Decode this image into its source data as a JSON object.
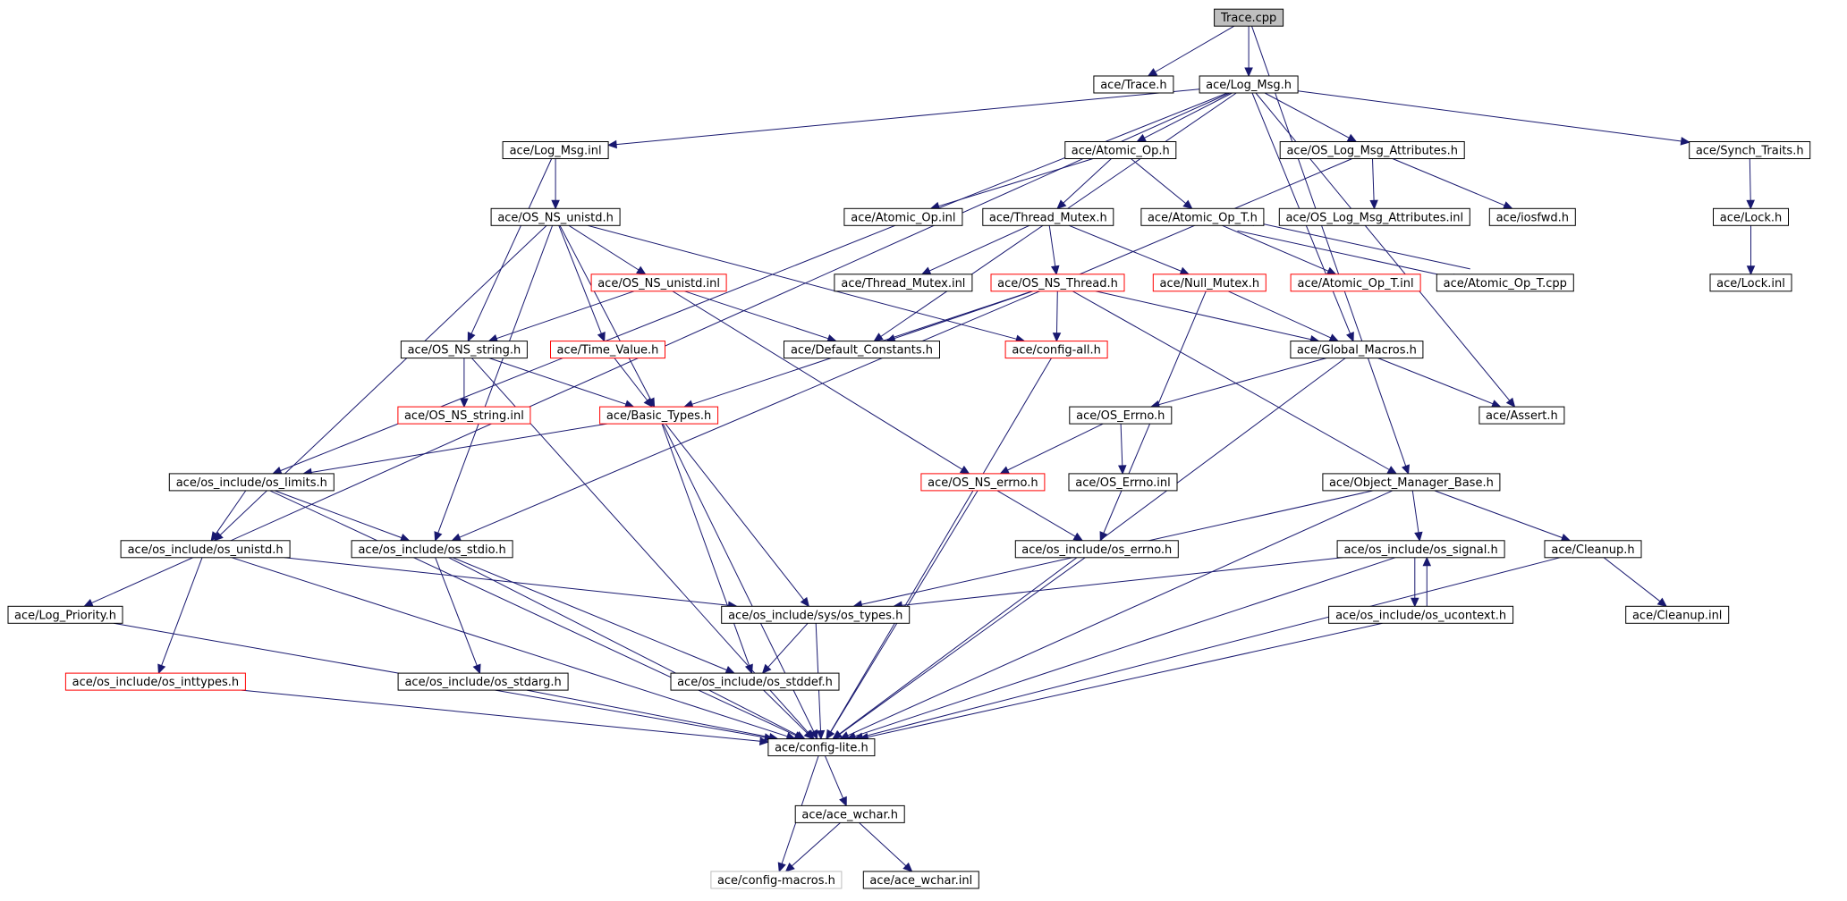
{
  "colors": {
    "edge": "#191970",
    "node_border": "#000000",
    "node_border_missing": "#ff0000",
    "node_border_external": "#bfbfbf",
    "root_fill": "#bfbfbf",
    "node_fill": "#ffffff",
    "text": "#000000"
  },
  "nodes": [
    {
      "id": "trace_cpp",
      "label": "Trace.cpp",
      "kind": "root"
    },
    {
      "id": "trace_h",
      "label": "ace/Trace.h",
      "kind": "normal"
    },
    {
      "id": "log_msg_h",
      "label": "ace/Log_Msg.h",
      "kind": "normal"
    },
    {
      "id": "log_msg_inl",
      "label": "ace/Log_Msg.inl",
      "kind": "normal"
    },
    {
      "id": "atomic_op_h",
      "label": "ace/Atomic_Op.h",
      "kind": "normal"
    },
    {
      "id": "os_log_msg_attr_h",
      "label": "ace/OS_Log_Msg_Attributes.h",
      "kind": "normal"
    },
    {
      "id": "synch_traits_h",
      "label": "ace/Synch_Traits.h",
      "kind": "normal"
    },
    {
      "id": "os_ns_unistd_h",
      "label": "ace/OS_NS_unistd.h",
      "kind": "normal"
    },
    {
      "id": "atomic_op_inl",
      "label": "ace/Atomic_Op.inl",
      "kind": "normal"
    },
    {
      "id": "thread_mutex_h",
      "label": "ace/Thread_Mutex.h",
      "kind": "normal"
    },
    {
      "id": "atomic_op_t_h",
      "label": "ace/Atomic_Op_T.h",
      "kind": "normal"
    },
    {
      "id": "os_log_msg_attr_inl",
      "label": "ace/OS_Log_Msg_Attributes.inl",
      "kind": "normal"
    },
    {
      "id": "iosfwd_h",
      "label": "ace/iosfwd.h",
      "kind": "normal"
    },
    {
      "id": "lock_h",
      "label": "ace/Lock.h",
      "kind": "normal"
    },
    {
      "id": "os_ns_unistd_inl",
      "label": "ace/OS_NS_unistd.inl",
      "kind": "missing"
    },
    {
      "id": "thread_mutex_inl",
      "label": "ace/Thread_Mutex.inl",
      "kind": "normal"
    },
    {
      "id": "os_ns_thread_h",
      "label": "ace/OS_NS_Thread.h",
      "kind": "missing"
    },
    {
      "id": "null_mutex_h",
      "label": "ace/Null_Mutex.h",
      "kind": "missing"
    },
    {
      "id": "atomic_op_t_inl",
      "label": "ace/Atomic_Op_T.inl",
      "kind": "missing"
    },
    {
      "id": "atomic_op_t_cpp",
      "label": "ace/Atomic_Op_T.cpp",
      "kind": "normal"
    },
    {
      "id": "lock_inl",
      "label": "ace/Lock.inl",
      "kind": "normal"
    },
    {
      "id": "os_ns_string_h",
      "label": "ace/OS_NS_string.h",
      "kind": "normal"
    },
    {
      "id": "time_value_h",
      "label": "ace/Time_Value.h",
      "kind": "missing"
    },
    {
      "id": "default_constants_h",
      "label": "ace/Default_Constants.h",
      "kind": "normal"
    },
    {
      "id": "config_all_h",
      "label": "ace/config-all.h",
      "kind": "missing"
    },
    {
      "id": "global_macros_h",
      "label": "ace/Global_Macros.h",
      "kind": "normal"
    },
    {
      "id": "os_ns_string_inl",
      "label": "ace/OS_NS_string.inl",
      "kind": "missing"
    },
    {
      "id": "basic_types_h",
      "label": "ace/Basic_Types.h",
      "kind": "missing"
    },
    {
      "id": "os_errno_h",
      "label": "ace/OS_Errno.h",
      "kind": "normal"
    },
    {
      "id": "assert_h",
      "label": "ace/Assert.h",
      "kind": "normal"
    },
    {
      "id": "os_limits_h",
      "label": "ace/os_include/os_limits.h",
      "kind": "normal"
    },
    {
      "id": "os_ns_errno_h",
      "label": "ace/OS_NS_errno.h",
      "kind": "missing"
    },
    {
      "id": "os_errno_inl",
      "label": "ace/OS_Errno.inl",
      "kind": "normal"
    },
    {
      "id": "object_manager_base_h",
      "label": "ace/Object_Manager_Base.h",
      "kind": "normal"
    },
    {
      "id": "os_unistd_h",
      "label": "ace/os_include/os_unistd.h",
      "kind": "normal"
    },
    {
      "id": "os_stdio_h",
      "label": "ace/os_include/os_stdio.h",
      "kind": "normal"
    },
    {
      "id": "os_errno_inc_h",
      "label": "ace/os_include/os_errno.h",
      "kind": "normal"
    },
    {
      "id": "os_signal_h",
      "label": "ace/os_include/os_signal.h",
      "kind": "normal"
    },
    {
      "id": "cleanup_h",
      "label": "ace/Cleanup.h",
      "kind": "normal"
    },
    {
      "id": "log_priority_h",
      "label": "ace/Log_Priority.h",
      "kind": "normal"
    },
    {
      "id": "sys_os_types_h",
      "label": "ace/os_include/sys/os_types.h",
      "kind": "normal"
    },
    {
      "id": "os_ucontext_h",
      "label": "ace/os_include/os_ucontext.h",
      "kind": "normal"
    },
    {
      "id": "cleanup_inl",
      "label": "ace/Cleanup.inl",
      "kind": "normal"
    },
    {
      "id": "os_inttypes_h",
      "label": "ace/os_include/os_inttypes.h",
      "kind": "missing"
    },
    {
      "id": "os_stdarg_h",
      "label": "ace/os_include/os_stdarg.h",
      "kind": "normal"
    },
    {
      "id": "os_stddef_h",
      "label": "ace/os_include/os_stddef.h",
      "kind": "normal"
    },
    {
      "id": "config_lite_h",
      "label": "ace/config-lite.h",
      "kind": "normal"
    },
    {
      "id": "ace_wchar_h",
      "label": "ace/ace_wchar.h",
      "kind": "normal"
    },
    {
      "id": "config_macros_h",
      "label": "ace/config-macros.h",
      "kind": "external"
    },
    {
      "id": "ace_wchar_inl",
      "label": "ace/ace_wchar.inl",
      "kind": "normal"
    }
  ],
  "edges": [
    [
      "trace_cpp",
      "trace_h"
    ],
    [
      "trace_cpp",
      "log_msg_h"
    ],
    [
      "trace_cpp",
      "object_manager_base_h"
    ],
    [
      "log_msg_h",
      "log_msg_inl"
    ],
    [
      "log_msg_h",
      "atomic_op_h"
    ],
    [
      "log_msg_h",
      "os_log_msg_attr_h"
    ],
    [
      "log_msg_h",
      "synch_traits_h"
    ],
    [
      "log_msg_h",
      "default_constants_h"
    ],
    [
      "log_msg_h",
      "global_macros_h"
    ],
    [
      "log_msg_h",
      "assert_h"
    ],
    [
      "log_msg_h",
      "os_limits_h"
    ],
    [
      "log_msg_h",
      "log_priority_h"
    ],
    [
      "log_msg_inl",
      "os_ns_unistd_h"
    ],
    [
      "log_msg_inl",
      "os_ns_string_h"
    ],
    [
      "atomic_op_h",
      "atomic_op_inl"
    ],
    [
      "atomic_op_h",
      "thread_mutex_h"
    ],
    [
      "atomic_op_h",
      "atomic_op_t_h"
    ],
    [
      "os_log_msg_attr_h",
      "os_log_msg_attr_inl"
    ],
    [
      "os_log_msg_attr_h",
      "iosfwd_h"
    ],
    [
      "os_log_msg_attr_h",
      "os_stdio_h"
    ],
    [
      "synch_traits_h",
      "lock_h"
    ],
    [
      "lock_h",
      "lock_inl"
    ],
    [
      "os_ns_unistd_h",
      "os_ns_unistd_inl"
    ],
    [
      "os_ns_unistd_h",
      "time_value_h"
    ],
    [
      "os_ns_unistd_h",
      "basic_types_h"
    ],
    [
      "os_ns_unistd_h",
      "config_all_h"
    ],
    [
      "os_ns_unistd_h",
      "os_unistd_h"
    ],
    [
      "os_ns_unistd_h",
      "os_stdio_h"
    ],
    [
      "thread_mutex_h",
      "thread_mutex_inl"
    ],
    [
      "thread_mutex_h",
      "os_ns_thread_h"
    ],
    [
      "thread_mutex_h",
      "null_mutex_h"
    ],
    [
      "atomic_op_t_h",
      "atomic_op_t_inl"
    ],
    [
      "atomic_op_t_h",
      "atomic_op_t_cpp"
    ],
    [
      "atomic_op_t_cpp",
      "atomic_op_t_h"
    ],
    [
      "os_ns_unistd_inl",
      "os_ns_string_h"
    ],
    [
      "os_ns_unistd_inl",
      "default_constants_h"
    ],
    [
      "os_ns_unistd_inl",
      "os_ns_errno_h"
    ],
    [
      "os_ns_thread_h",
      "default_constants_h"
    ],
    [
      "os_ns_thread_h",
      "config_all_h"
    ],
    [
      "os_ns_thread_h",
      "global_macros_h"
    ],
    [
      "os_ns_thread_h",
      "basic_types_h"
    ],
    [
      "os_ns_thread_h",
      "object_manager_base_h"
    ],
    [
      "null_mutex_h",
      "global_macros_h"
    ],
    [
      "null_mutex_h",
      "os_errno_inc_h"
    ],
    [
      "os_ns_string_h",
      "os_ns_string_inl"
    ],
    [
      "os_ns_string_h",
      "basic_types_h"
    ],
    [
      "os_ns_string_h",
      "config_lite_h"
    ],
    [
      "time_value_h",
      "basic_types_h"
    ],
    [
      "config_all_h",
      "config_lite_h"
    ],
    [
      "global_macros_h",
      "os_errno_h"
    ],
    [
      "global_macros_h",
      "assert_h"
    ],
    [
      "global_macros_h",
      "config_lite_h"
    ],
    [
      "basic_types_h",
      "os_limits_h"
    ],
    [
      "basic_types_h",
      "sys_os_types_h"
    ],
    [
      "basic_types_h",
      "os_stddef_h"
    ],
    [
      "basic_types_h",
      "config_lite_h"
    ],
    [
      "os_errno_h",
      "os_ns_errno_h"
    ],
    [
      "os_errno_h",
      "os_errno_inl"
    ],
    [
      "os_limits_h",
      "os_unistd_h"
    ],
    [
      "os_limits_h",
      "os_stdio_h"
    ],
    [
      "os_limits_h",
      "config_lite_h"
    ],
    [
      "os_ns_errno_h",
      "os_errno_inc_h"
    ],
    [
      "os_ns_errno_h",
      "config_lite_h"
    ],
    [
      "object_manager_base_h",
      "os_signal_h"
    ],
    [
      "object_manager_base_h",
      "cleanup_h"
    ],
    [
      "object_manager_base_h",
      "sys_os_types_h"
    ],
    [
      "object_manager_base_h",
      "config_lite_h"
    ],
    [
      "os_unistd_h",
      "sys_os_types_h"
    ],
    [
      "os_unistd_h",
      "os_inttypes_h"
    ],
    [
      "os_unistd_h",
      "config_lite_h"
    ],
    [
      "os_stdio_h",
      "os_stdarg_h"
    ],
    [
      "os_stdio_h",
      "os_stddef_h"
    ],
    [
      "os_stdio_h",
      "config_lite_h"
    ],
    [
      "os_errno_inc_h",
      "config_lite_h"
    ],
    [
      "os_signal_h",
      "sys_os_types_h"
    ],
    [
      "os_signal_h",
      "os_ucontext_h"
    ],
    [
      "os_signal_h",
      "config_lite_h"
    ],
    [
      "os_ucontext_h",
      "os_signal_h"
    ],
    [
      "os_ucontext_h",
      "config_lite_h"
    ],
    [
      "cleanup_h",
      "cleanup_inl"
    ],
    [
      "cleanup_h",
      "config_lite_h"
    ],
    [
      "log_priority_h",
      "config_lite_h"
    ],
    [
      "sys_os_types_h",
      "os_stddef_h"
    ],
    [
      "sys_os_types_h",
      "config_lite_h"
    ],
    [
      "os_inttypes_h",
      "config_lite_h"
    ],
    [
      "os_stdarg_h",
      "config_lite_h"
    ],
    [
      "os_stddef_h",
      "config_lite_h"
    ],
    [
      "config_lite_h",
      "ace_wchar_h"
    ],
    [
      "config_lite_h",
      "config_macros_h"
    ],
    [
      "ace_wchar_h",
      "config_macros_h"
    ],
    [
      "ace_wchar_h",
      "ace_wchar_inl"
    ]
  ]
}
